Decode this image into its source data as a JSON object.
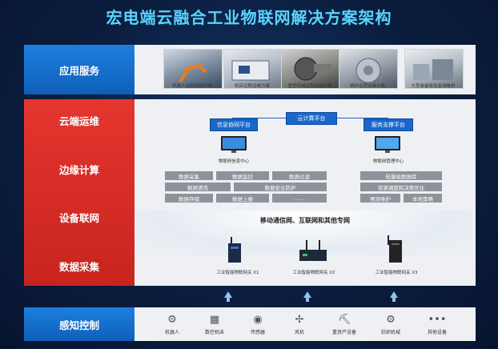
{
  "title": "宏电端云融合工业物联网解决方案架构",
  "layers": {
    "application": "应用服务",
    "cloud_ops": "云端运维",
    "edge": "边缘计算",
    "device_network": "设备联网",
    "data_collection": "数据采集",
    "sensing_control": "感知控制"
  },
  "applications": [
    "机器人远程运维方案",
    "机床远程运维方案",
    "重型机械远程运维方案",
    "锅炉远程运维方案",
    "大型装备租赁监测维护"
  ],
  "platforms": {
    "cloud": "云计算平台",
    "info": "信息协同平台",
    "service": "服务支撑平台"
  },
  "centers": {
    "info_center": "物联网信息中心",
    "mgmt_center": "物联网管理中心"
  },
  "edge_left": [
    [
      "数据采集",
      "数据监控",
      "数据过滤"
    ],
    [
      "数据清洗",
      "数据安全防护"
    ],
    [
      "数据存储",
      "数据上报",
      "……"
    ]
  ],
  "edge_right": [
    [
      "轻量级数据库"
    ],
    [
      "资源调度和决策优化"
    ],
    [
      "预测维护",
      "本地策略"
    ]
  ],
  "network_text": "移动通信网、互联网和其他专网",
  "gateways": [
    "工业智能物联网关  X1",
    "工业智能物联网关  X2",
    "工业智能物联网关  X3"
  ],
  "devices": [
    {
      "label": "机器人",
      "icon": "robot-arm-icon"
    },
    {
      "label": "数控机床",
      "icon": "cnc-machine-icon"
    },
    {
      "label": "传感器",
      "icon": "sensor-icon"
    },
    {
      "label": "风机",
      "icon": "fan-icon"
    },
    {
      "label": "重资产设备",
      "icon": "excavator-icon"
    },
    {
      "label": "纺织机械",
      "icon": "textile-machine-icon"
    },
    {
      "label": "其他设备",
      "icon": "more-icon"
    }
  ],
  "colors": {
    "title": "#5ad4ff",
    "blue_label": "#1d7fe0",
    "red_label": "#e4362f",
    "platform": "#1a67c9",
    "tag": "#8d939b"
  }
}
